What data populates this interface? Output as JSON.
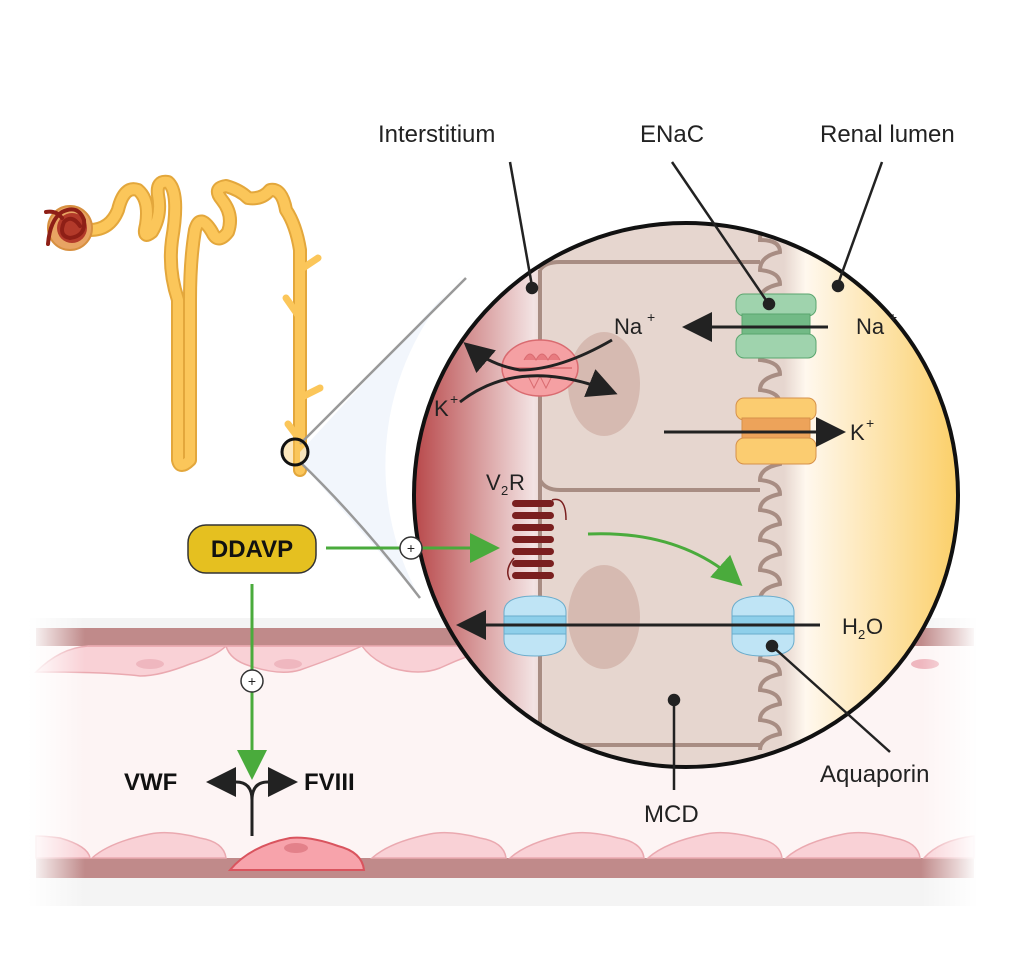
{
  "labels": {
    "interstitium": "Interstitium",
    "enac": "ENaC",
    "renal_lumen": "Renal lumen",
    "aquaporin": "Aquaporin",
    "mcd": "MCD",
    "ddavp": "DDAVP",
    "vwf": "VWF",
    "fviii": "FVIII",
    "v2r_main": "V",
    "v2r_sub": "2",
    "v2r_end": "R",
    "na_in": "Na",
    "na_out": "Na",
    "na_sup": "+",
    "k_left": "K",
    "k_right": "K",
    "k_sup": "+",
    "h2o_h": "H",
    "h2o_sub": "2",
    "h2o_o": "O",
    "plus": "+"
  },
  "colors": {
    "nephron": "#fbc65a",
    "nephron_stroke": "#e3a73c",
    "glomerulus": "#a4281f",
    "ddavp_fill": "#e5c020",
    "activation_green": "#4aab3c",
    "enac_green": "#8fcfa0",
    "k_channel_orange": "#f8c15a",
    "aquaporin_blue": "#bfe4f5",
    "v2r_red": "#7a1f1f",
    "cell_fill": "#e6d6cf",
    "membrane": "#a88d83",
    "vessel_wall": "#c08a8a",
    "endothelium": "#f9d1d6"
  }
}
